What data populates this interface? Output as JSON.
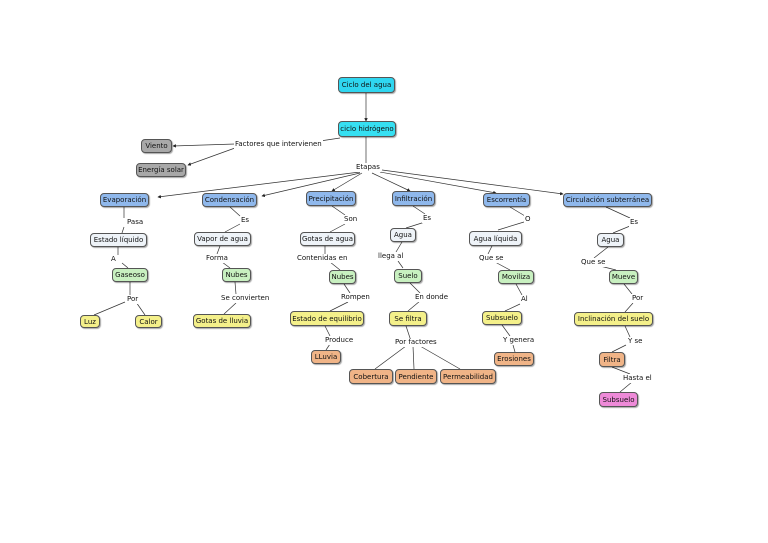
{
  "nodes": {
    "ciclo_agua": "Ciclo del agua",
    "ciclo_hidrogeno": "ciclo hidrógeno",
    "viento": "Viento",
    "energia_solar": "Energía solar",
    "evaporacion": "Evaporación",
    "condensacion": "Condensación",
    "precipitacion": "Precipitación",
    "infiltracion": "Infiltración",
    "escorrentia": "Escorrentía",
    "circulacion": "Circulación subterránea",
    "estado_liquido": "Estado líquido",
    "gaseoso": "Gaseoso",
    "luz": "Luz",
    "calor": "Calor",
    "vapor_agua": "Vapor de agua",
    "nubes1": "Nubes",
    "gotas_lluvia": "Gotas de lluvia",
    "gotas_agua": "Gotas de agua",
    "nubes2": "Nubes",
    "estado_equilibrio": "Estado de equilibrio",
    "lluvia": "LLuvia",
    "agua_infil": "Agua",
    "suelo": "Suelo",
    "se_filtra": "Se filtra",
    "cobertura": "Cobertura",
    "pendiente": "Pendiente",
    "permeabilidad": "Permeabilidad",
    "agua_liquida": "Agua líquida",
    "moviliza": "Moviliza",
    "subsuelo1": "Subsuelo",
    "erosiones": "Erosiones",
    "agua_circ": "Agua",
    "mueve": "Mueve",
    "inclinacion": "Inclinación del suelo",
    "filtra": "Filtra",
    "subsuelo2": "Subsuelo"
  },
  "links": {
    "factores": "Factores que intervienen",
    "etapas": "Etapas",
    "pasa": "Pasa",
    "a": "A",
    "por1": "Por",
    "es1": "Es",
    "forma": "Forma",
    "se_convierten": "Se convierten",
    "son": "Son",
    "contenidas_en": "Contenidas en",
    "rompen": "Rompen",
    "produce": "Produce",
    "es2": "Es",
    "llega_al": "llega al",
    "en_donde": "En donde",
    "por_factores": "Por factores",
    "o": "O",
    "que_se1": "Que se",
    "al": "Al",
    "y_genera": "Y genera",
    "es3": "Es",
    "que_se2": "Que se",
    "por2": "Por",
    "y_se": "Y se",
    "hasta_el": "Hasta el"
  },
  "colors": {
    "root": "#2fd6f0",
    "stage": "#8fb8ec",
    "factor": "#a8a8a8",
    "detail_white": "#eef3f8",
    "detail_green": "#c8f0c0",
    "detail_yellow": "#f4f08a",
    "detail_orange": "#f0b487",
    "highlight_pink": "#ee8ad8"
  }
}
